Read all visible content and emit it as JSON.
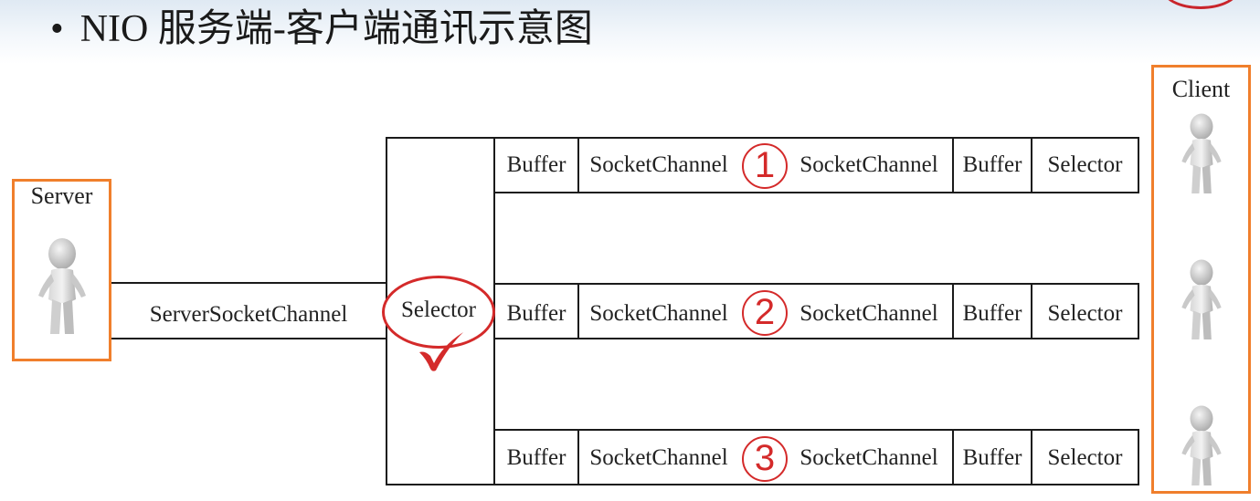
{
  "title": {
    "bullet": "•",
    "text": "NIO 服务端-客户端通讯示意图"
  },
  "server": {
    "label": "Server",
    "channel_label": "ServerSocketChannel"
  },
  "central": {
    "selector_label": "Selector"
  },
  "client": {
    "label": "Client"
  },
  "rows": [
    {
      "number": "1",
      "buffer_left": "Buffer",
      "channel_left": "SocketChannel",
      "channel_right": "SocketChannel",
      "buffer_right": "Buffer",
      "selector": "Selector"
    },
    {
      "number": "2",
      "buffer_left": "Buffer",
      "channel_left": "SocketChannel",
      "channel_right": "SocketChannel",
      "buffer_right": "Buffer",
      "selector": "Selector"
    },
    {
      "number": "3",
      "buffer_left": "Buffer",
      "channel_left": "SocketChannel",
      "channel_right": "SocketChannel",
      "buffer_right": "Buffer",
      "selector": "Selector"
    }
  ],
  "icons": {
    "person": "person-icon",
    "check": "check-icon",
    "badge": "corner-badge-icon"
  },
  "colors": {
    "box_border": "#f07f2c",
    "highlight": "#d42a2a",
    "line": "#1a1a1a"
  }
}
